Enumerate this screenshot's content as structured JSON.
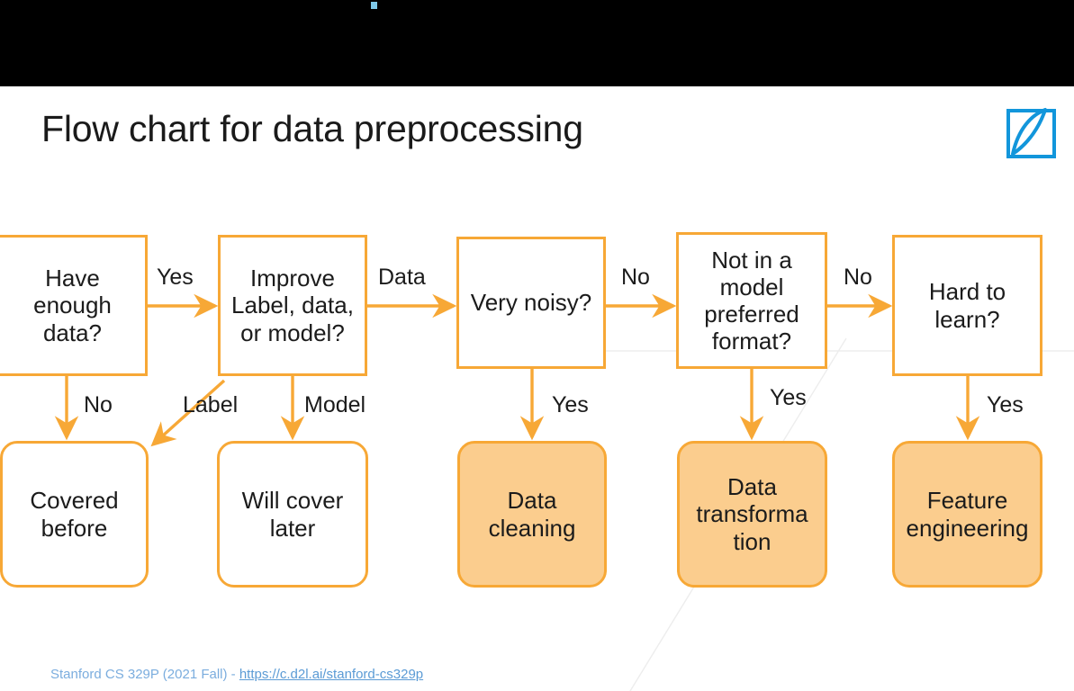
{
  "slide": {
    "title": "Flow chart for data preprocessing",
    "logo_name": "d2l-ai-logo",
    "logo_color": "#1296db",
    "accent_color": "#F7A836",
    "fill_color": "#FBCD8E",
    "band_marker_color": "#7ec9e9"
  },
  "footer": {
    "prefix": "Stanford CS 329P (2021 Fall) - ",
    "url": "https://c.d2l.ai/stanford-cs329p"
  },
  "chart_data": {
    "type": "diagram",
    "title": "Flow chart for data preprocessing",
    "nodes": [
      {
        "id": "have-enough-data",
        "label": "Have\nenough\ndata?",
        "shape": "rect",
        "filled": false
      },
      {
        "id": "improve",
        "label": "Improve\nLabel, data,\nor model?",
        "shape": "rect",
        "filled": false
      },
      {
        "id": "very-noisy",
        "label": "Very noisy?",
        "shape": "rect",
        "filled": false
      },
      {
        "id": "not-preferred-format",
        "label": "Not in a\nmodel\npreferred\nformat?",
        "shape": "rect",
        "filled": false
      },
      {
        "id": "hard-to-learn",
        "label": "Hard to\nlearn?",
        "shape": "rect",
        "filled": false
      },
      {
        "id": "covered-before",
        "label": "Covered\nbefore",
        "shape": "rounded-rect",
        "filled": false
      },
      {
        "id": "will-cover-later",
        "label": "Will cover\nlater",
        "shape": "rounded-rect",
        "filled": false
      },
      {
        "id": "data-cleaning",
        "label": "Data\ncleaning",
        "shape": "rounded-rect",
        "filled": true
      },
      {
        "id": "data-transformation",
        "label": "Data\ntransforma\ntion",
        "shape": "rounded-rect",
        "filled": true
      },
      {
        "id": "feature-engineering",
        "label": "Feature\nengineering",
        "shape": "rounded-rect",
        "filled": true
      }
    ],
    "edges": [
      {
        "from": "have-enough-data",
        "to": "improve",
        "label": "Yes"
      },
      {
        "from": "have-enough-data",
        "to": "covered-before",
        "label": "No"
      },
      {
        "from": "improve",
        "to": "covered-before",
        "label": "Label"
      },
      {
        "from": "improve",
        "to": "will-cover-later",
        "label": "Model"
      },
      {
        "from": "improve",
        "to": "very-noisy",
        "label": "Data"
      },
      {
        "from": "very-noisy",
        "to": "not-preferred-format",
        "label": "No"
      },
      {
        "from": "very-noisy",
        "to": "data-cleaning",
        "label": "Yes"
      },
      {
        "from": "not-preferred-format",
        "to": "hard-to-learn",
        "label": "No"
      },
      {
        "from": "not-preferred-format",
        "to": "data-transformation",
        "label": "Yes"
      },
      {
        "from": "hard-to-learn",
        "to": "feature-engineering",
        "label": "Yes"
      }
    ],
    "edge_labels": {
      "yes_1": "Yes",
      "no_1": "No",
      "label_1": "Label",
      "model_1": "Model",
      "data_1": "Data",
      "no_2": "No",
      "yes_2": "Yes",
      "no_3": "No",
      "yes_3": "Yes",
      "yes_4": "Yes"
    }
  }
}
